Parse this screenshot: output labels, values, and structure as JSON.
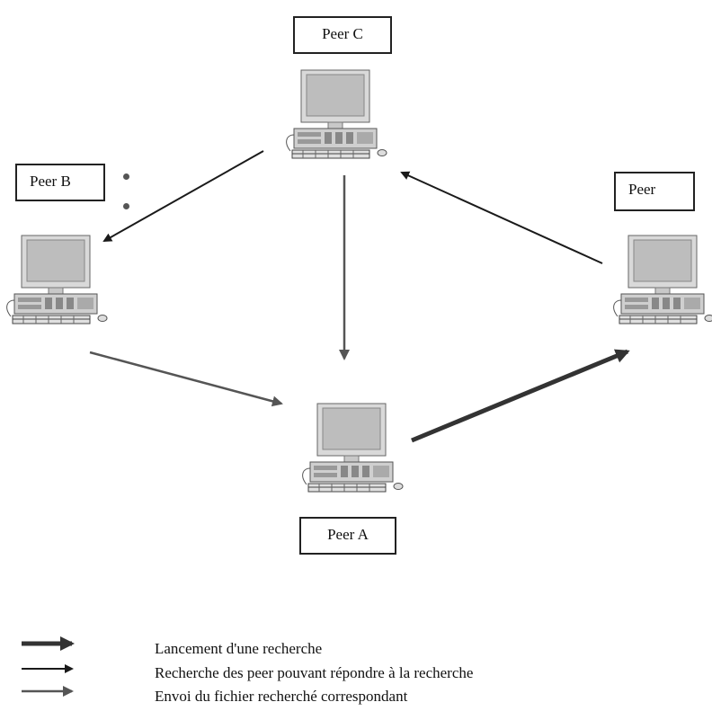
{
  "peers": {
    "c": {
      "label": "Peer C"
    },
    "b": {
      "label": "Peer B"
    },
    "d": {
      "label": "Peer"
    },
    "a": {
      "label": "Peer A"
    }
  },
  "legend": [
    {
      "text": "Lancement d'une recherche",
      "color": "#333333"
    },
    {
      "text": "Recherche des peer pouvant répondre à la recherche",
      "color": "#1a1a1a"
    },
    {
      "text": "Envoi du fichier recherché correspondant",
      "color": "#555555"
    }
  ],
  "colors": {
    "screen": "#bdbdbd",
    "monitor_frame": "#d9d9d9",
    "case": "#cfcfcf",
    "outline": "#555555",
    "arrow_launch": "#333333",
    "arrow_search": "#1a1a1a",
    "arrow_send": "#555555"
  }
}
